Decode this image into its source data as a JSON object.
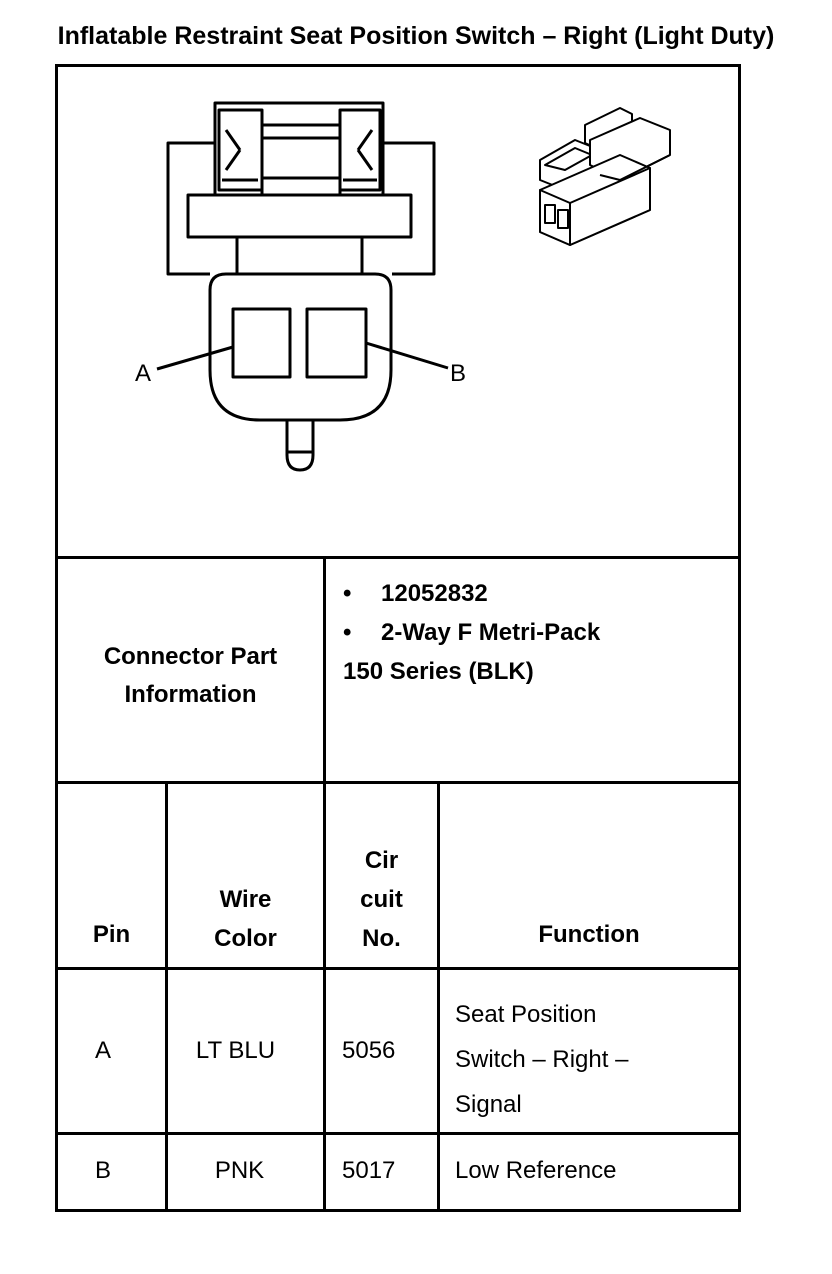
{
  "title": "Inflatable Restraint Seat Position Switch – Right (Light Duty)",
  "connector_view": {
    "pin_labels": [
      "A",
      "B"
    ]
  },
  "connector_info": {
    "label_line1": "Connector Part",
    "label_line2": "Information",
    "bullets": [
      "12052832",
      "2-Way F Metri-Pack"
    ],
    "bullet_continuation": "150 Series (BLK)",
    "bullet_symbol": "•"
  },
  "pin_table": {
    "headers": {
      "pin": "Pin",
      "wire_color_line1": "Wire",
      "wire_color_line2": "Color",
      "circuit_line1": "Cir",
      "circuit_line2": "cuit",
      "circuit_line3": "No.",
      "function": "Function"
    },
    "rows": [
      {
        "pin": "A",
        "wire_color": "LT BLU",
        "circuit": "5056",
        "function_lines": [
          "Seat Position",
          "Switch – Right –",
          "Signal"
        ]
      },
      {
        "pin": "B",
        "wire_color": "PNK",
        "circuit": "5017",
        "function_lines": [
          "Low Reference"
        ]
      }
    ]
  }
}
